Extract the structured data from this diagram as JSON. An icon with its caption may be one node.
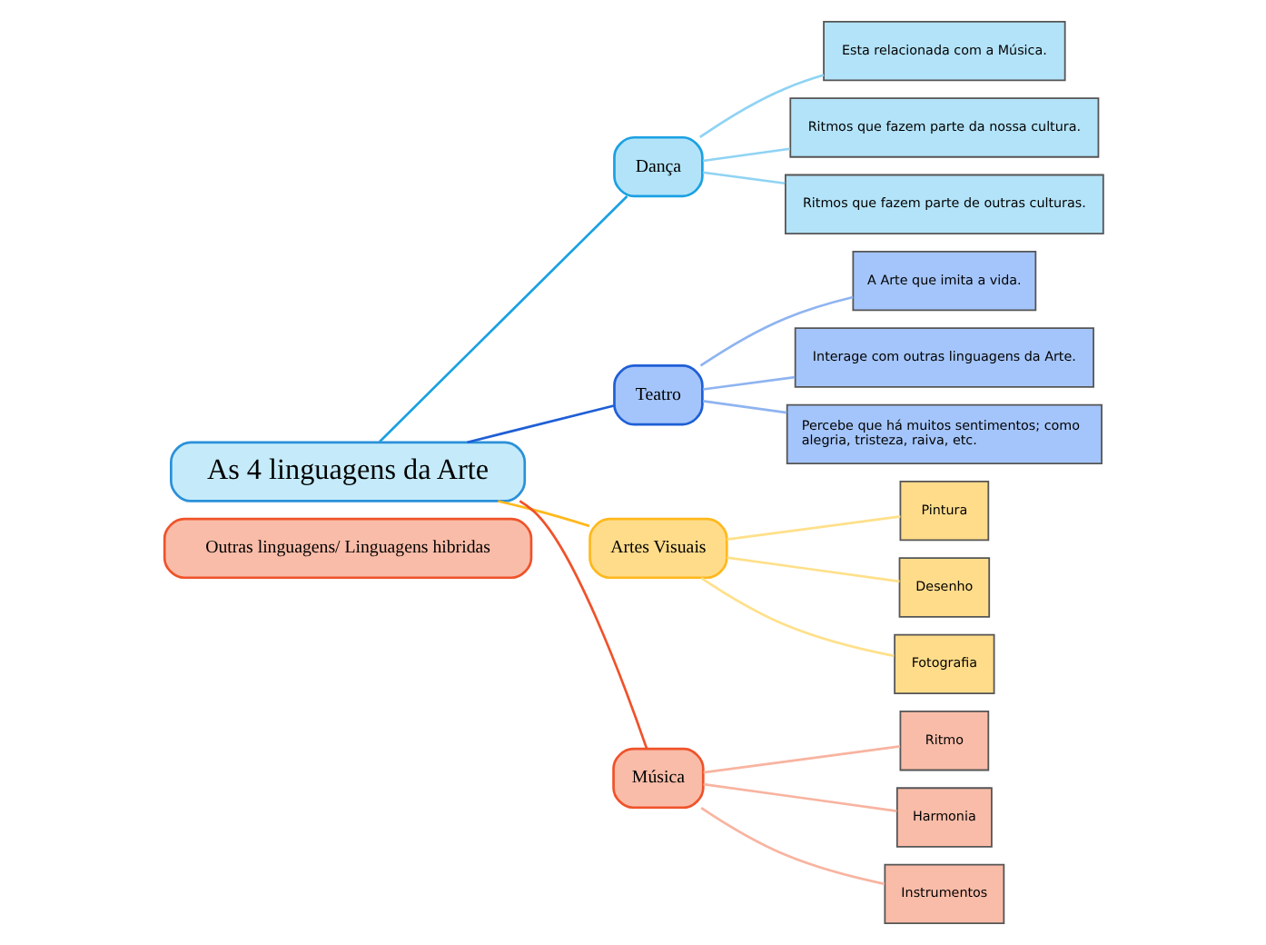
{
  "diagram": {
    "nodes": [
      {
        "text": [
          "Outras linguagens/ Linguagens hibridas"
        ]
      },
      {
        "text": [
          "As 4 linguagens da Arte"
        ]
      },
      {
        "text": [
          "Dança"
        ]
      },
      {
        "text": [
          "Esta relacionada com a Música."
        ]
      },
      {
        "text": [
          "Ritmos que fazem parte da nossa cultura."
        ]
      },
      {
        "text": [
          "Ritmos que fazem parte de outras culturas."
        ]
      },
      {
        "text": [
          "Teatro"
        ]
      },
      {
        "text": [
          "A Arte que imita a vida."
        ]
      },
      {
        "text": [
          "Interage com outras linguagens da Arte."
        ]
      },
      {
        "text": [
          "Percebe que há muitos sentimentos; como alegria, tristeza, raiva, etc."
        ]
      },
      {
        "text": [
          "Artes Visuais"
        ]
      },
      {
        "text": [
          "Pintura"
        ]
      },
      {
        "text": [
          "Desenho"
        ]
      },
      {
        "text": [
          "Fotografia"
        ]
      },
      {
        "text": [
          "Música"
        ]
      },
      {
        "text": [
          "Ritmo"
        ]
      },
      {
        "text": [
          "Harmonia"
        ]
      },
      {
        "text": [
          "Instrumentos"
        ]
      }
    ],
    "edges": [
      {
        "from": 1,
        "to": 2,
        "arrow": "none",
        "color": "#1ba1e2"
      },
      {
        "from": 2,
        "to": 3,
        "arrow": "none",
        "color": "#8fd3f4"
      },
      {
        "from": 2,
        "to": 4,
        "arrow": "none",
        "color": "#8fd3f4"
      },
      {
        "from": 2,
        "to": 5,
        "arrow": "none",
        "color": "#8fd3f4"
      },
      {
        "from": 1,
        "to": 6,
        "arrow": "none",
        "color": "#1f5fd6"
      },
      {
        "from": 6,
        "to": 7,
        "arrow": "none",
        "color": "#8fb4f0"
      },
      {
        "from": 6,
        "to": 8,
        "arrow": "none",
        "color": "#8fb4f0"
      },
      {
        "from": 6,
        "to": 9,
        "arrow": "none",
        "color": "#8fb4f0"
      },
      {
        "from": 1,
        "to": 10,
        "arrow": "none",
        "color": "#ffb81c"
      },
      {
        "from": 10,
        "to": 11,
        "arrow": "none",
        "color": "#ffe08a"
      },
      {
        "from": 10,
        "to": 12,
        "arrow": "none",
        "color": "#ffe08a"
      },
      {
        "from": 10,
        "to": 13,
        "arrow": "none",
        "color": "#ffe08a"
      },
      {
        "from": 1,
        "to": 14,
        "arrow": "none",
        "color": "#f0522a"
      },
      {
        "from": 14,
        "to": 15,
        "arrow": "none",
        "color": "#f8b4a0"
      },
      {
        "from": 14,
        "to": 16,
        "arrow": "none",
        "color": "#f8b4a0"
      },
      {
        "from": 14,
        "to": 17,
        "arrow": "none",
        "color": "#f8b4a0"
      }
    ]
  }
}
